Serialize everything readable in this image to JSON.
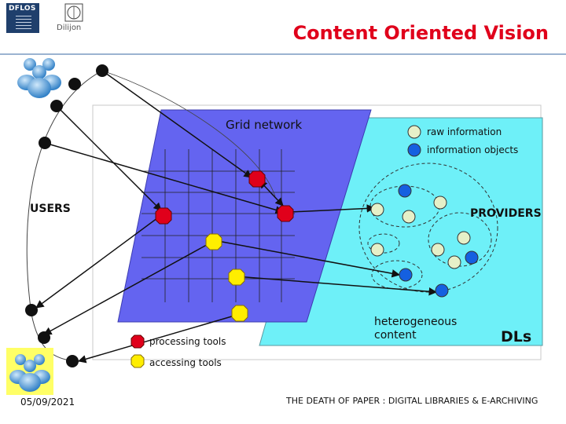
{
  "header": {
    "title": "Content Oriented Vision",
    "logo_left_text": "DFLOS",
    "logo_right_text": "Dilijon"
  },
  "diagram": {
    "grid_network_label": "Grid network",
    "legend": {
      "raw_information": "raw information",
      "information_objects": "information objects"
    },
    "users_label": "USERS",
    "providers_label": "PROVIDERS",
    "heterogeneous_content": "heterogeneous\ncontent",
    "dls_label": "DLs",
    "tools": {
      "processing": "processing tools",
      "accessing": "accessing tools"
    }
  },
  "colors": {
    "grid_panel": "#6464f0",
    "provider_panel": "#6ef0f8",
    "processing_node": "#e0001b",
    "accessing_node": "#ffee00",
    "raw_information": "#e6f0c8",
    "information_objects": "#1560e0",
    "title": "#e0001b"
  },
  "icons": [
    "users-group-icon",
    "users-group-icon-highlighted"
  ],
  "footer": {
    "date": "05/09/2021",
    "caption": "THE DEATH OF PAPER : DIGITAL LIBRARIES & E-ARCHIVING"
  }
}
